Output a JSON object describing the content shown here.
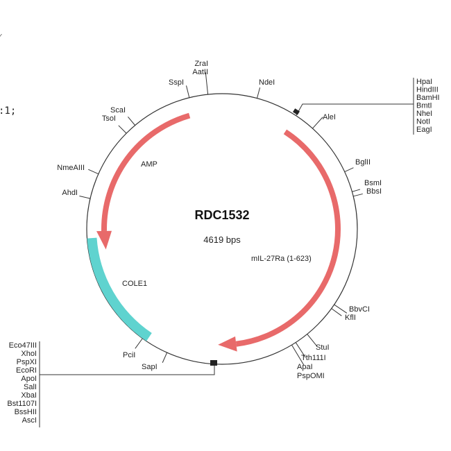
{
  "plasmid": {
    "name": "RDC1532",
    "size": "4619 bps"
  },
  "stray_text": {
    "top": "⁄",
    "mid": ":1;"
  },
  "features": [
    {
      "name": "AMP",
      "color": "#e86a6a"
    },
    {
      "name": "mIL-27Ra (1-623)",
      "color": "#e86a6a"
    },
    {
      "name": "COLE1",
      "color": "#5fd3cf"
    }
  ],
  "sites": {
    "zrai": "ZraI",
    "aatii": "AatII",
    "sspi": "SspI",
    "ndei": "NdeI",
    "alei": "AleI",
    "bglii": "BglII",
    "bsmi": "BsmI",
    "bbsi": "BbsI",
    "bbvci": "BbvCI",
    "kfli": "KflI",
    "stui": "StuI",
    "tth111i": "Tth111I",
    "apai": "ApaI",
    "psp_omi": "PspOMI",
    "sapi": "SapI",
    "pcii": "PciI",
    "ahdi": "AhdI",
    "nmeaiii": "NmeAIII",
    "tsoi": "TsoI",
    "scai": "ScaI"
  },
  "mcs_top": [
    "HpaI",
    "HindIII",
    "BamHI",
    "BmtI",
    "NheI",
    "NotI",
    "EagI"
  ],
  "mcs_bottom": [
    "Eco47III",
    "XhoI",
    "PspXI",
    "EcoRI",
    "ApoI",
    "SalI",
    "XbaI",
    "Bst1107I",
    "BssHII",
    "AscI"
  ]
}
